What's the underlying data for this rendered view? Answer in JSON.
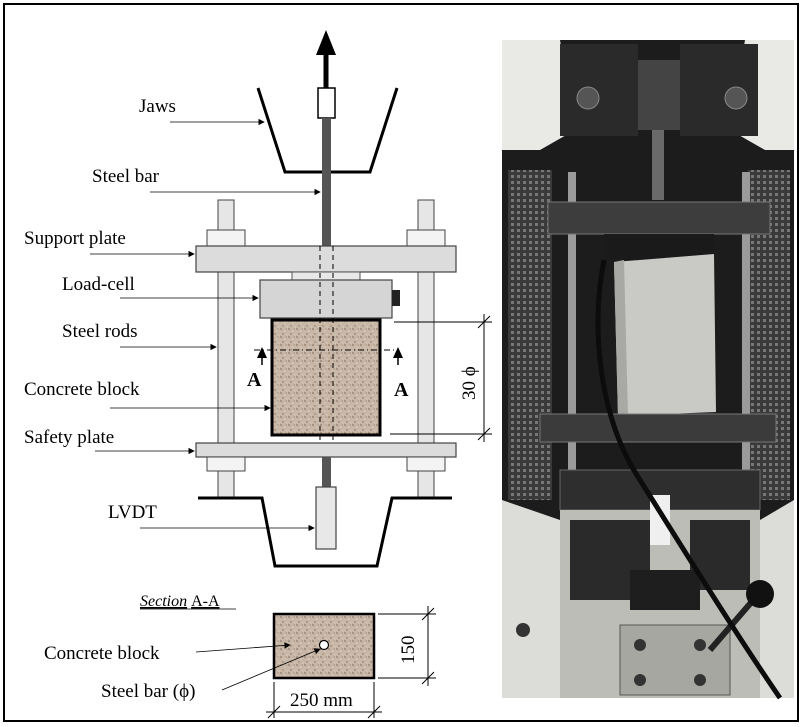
{
  "labels": {
    "jaws": "Jaws",
    "steel_bar": "Steel bar",
    "support_plate": "Support plate",
    "load_cell": "Load-cell",
    "steel_rods": "Steel rods",
    "concrete_block": "Concrete block",
    "safety_plate": "Safety plate",
    "lvdt": "LVDT",
    "section_marker_left": "A",
    "section_marker_right": "A",
    "length_dim": "30 ϕ"
  },
  "section": {
    "title_italic": "Section",
    "title_rest": "A-A",
    "concrete_block": "Concrete block",
    "steel_bar": "Steel bar (ϕ)",
    "height_dim": "150",
    "width_dim": "250 mm"
  },
  "colors": {
    "concrete": "#c8b6a6",
    "plate": "#dcdcdc",
    "photo_dark": "#2b2b2b"
  }
}
